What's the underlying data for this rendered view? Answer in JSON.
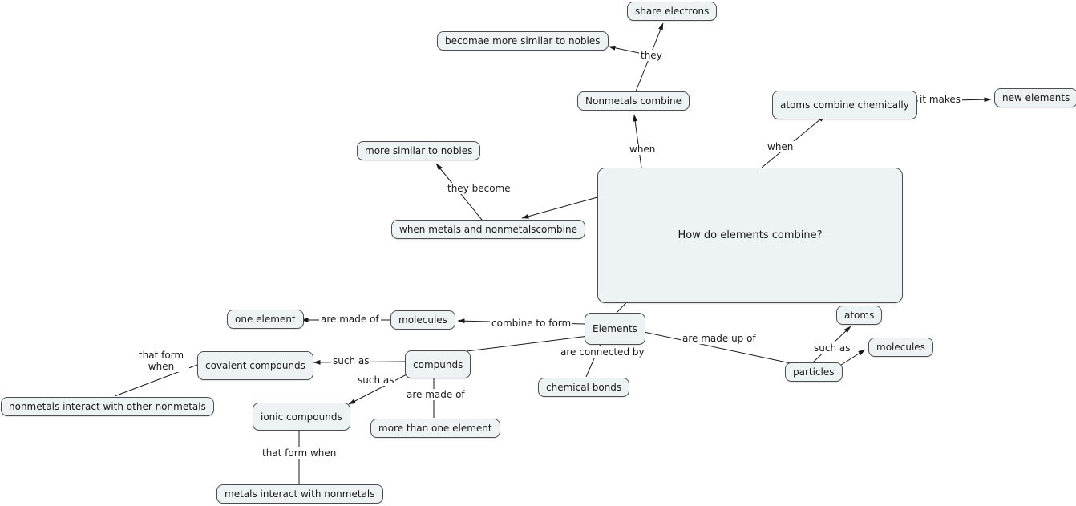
{
  "title": "How do elements combine?",
  "colors": {
    "node_fill": "#edf3f5",
    "node_border": "#4d4d4d",
    "line": "#1a1a1a",
    "background": "#ffffff"
  },
  "nodes": {
    "main_question": {
      "label": "How do elements combine?"
    },
    "share_electrons": {
      "label": "share electrons"
    },
    "become_more_similar_to_nobles": {
      "label": "becomae more similar to nobles"
    },
    "nonmetals_combine": {
      "label": "Nonmetals combine"
    },
    "atoms_combine_chemically": {
      "label": "atoms combine chemically"
    },
    "new_elements": {
      "label": "new elements"
    },
    "more_similar_to_nobles": {
      "label": "more similar to nobles"
    },
    "when_metals_and_nonmetals_combine": {
      "label": "when metals and nonmetalscombine"
    },
    "elements": {
      "label": "Elements"
    },
    "one_element": {
      "label": "one element"
    },
    "molecules_left": {
      "label": "molecules"
    },
    "covalent_compounds": {
      "label": "covalent compounds"
    },
    "compunds": {
      "label": "compunds"
    },
    "nonmetals_interact_with_other_nonmetals": {
      "label": "nonmetals interact with other nonmetals"
    },
    "ionic_compounds": {
      "label": "ionic compounds"
    },
    "more_than_one_element": {
      "label": "more than one element"
    },
    "chemical_bonds": {
      "label": "chemical bonds"
    },
    "particles": {
      "label": "particles"
    },
    "atoms": {
      "label": "atoms"
    },
    "molecules_right": {
      "label": "molecules"
    },
    "metals_interact_with_nonmetals": {
      "label": "metals interact with nonmetals"
    }
  },
  "edge_labels": {
    "they": "they",
    "when_nonmetals": "when",
    "when_atoms": "when",
    "it_makes": "it makes",
    "they_become": "they become",
    "are_made_of_molecules": "are made of",
    "combine_to_form": "combine to form",
    "that_form_when_covalent": "that form when",
    "such_as_covalent": "such as",
    "such_as_ionic": "such as",
    "are_made_of_compounds": "are made of",
    "are_connected_by": "are connected by",
    "are_made_up_of": "are made up of",
    "such_as_particles": "such as",
    "that_form_when_ionic": "that form when"
  },
  "edges": [
    {
      "from": "nonmetals_combine",
      "to": "share_electrons",
      "label": "they"
    },
    {
      "from": "nonmetals_combine",
      "to": "become_more_similar_to_nobles",
      "label": "they"
    },
    {
      "from": "main_question",
      "to": "nonmetals_combine",
      "label": "when"
    },
    {
      "from": "main_question",
      "to": "atoms_combine_chemically",
      "label": "when"
    },
    {
      "from": "atoms_combine_chemically",
      "to": "new_elements",
      "label": "it makes"
    },
    {
      "from": "main_question",
      "to": "when_metals_and_nonmetals_combine",
      "label": ""
    },
    {
      "from": "when_metals_and_nonmetals_combine",
      "to": "more_similar_to_nobles",
      "label": "they become"
    },
    {
      "from": "main_question",
      "to": "elements",
      "label": ""
    },
    {
      "from": "elements",
      "to": "molecules_left",
      "label": "combine to form"
    },
    {
      "from": "molecules_left",
      "to": "one_element",
      "label": "are made of"
    },
    {
      "from": "elements",
      "to": "compunds",
      "label": "combine to form"
    },
    {
      "from": "elements",
      "to": "chemical_bonds",
      "label": "are connected by"
    },
    {
      "from": "elements",
      "to": "particles",
      "label": "are made up of"
    },
    {
      "from": "particles",
      "to": "atoms",
      "label": "such as"
    },
    {
      "from": "particles",
      "to": "molecules_right",
      "label": "such as"
    },
    {
      "from": "compunds",
      "to": "covalent_compounds",
      "label": "such as"
    },
    {
      "from": "compunds",
      "to": "ionic_compounds",
      "label": "such as"
    },
    {
      "from": "compunds",
      "to": "more_than_one_element",
      "label": "are made of"
    },
    {
      "from": "covalent_compounds",
      "to": "nonmetals_interact_with_other_nonmetals",
      "label": "that form when"
    },
    {
      "from": "ionic_compounds",
      "to": "metals_interact_with_nonmetals",
      "label": "that form when"
    }
  ]
}
